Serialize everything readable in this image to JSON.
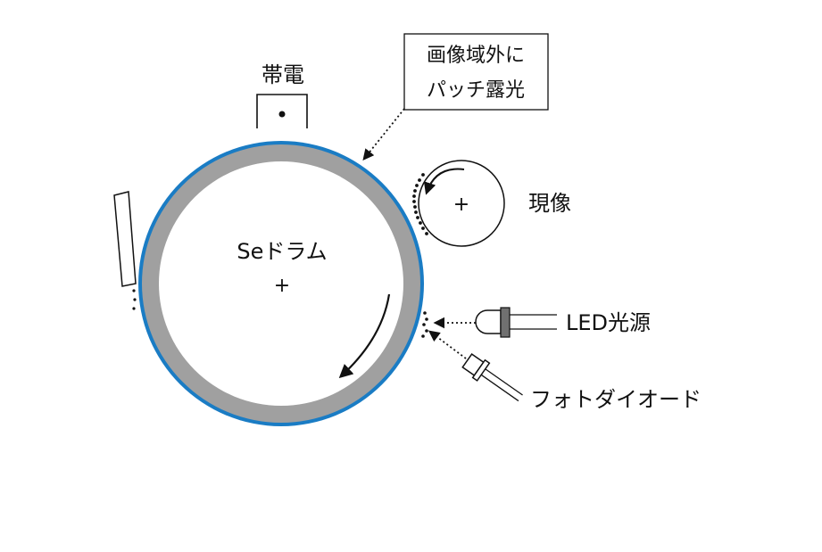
{
  "labels": {
    "charging": "帯電",
    "exposure_line1": "画像域外に",
    "exposure_line2": "パッチ露光",
    "drum": "Seドラム",
    "developing": "現像",
    "led": "LED光源",
    "photodiode": "フォトダイオード",
    "drum_center_mark": "+",
    "roller_center_mark": "+"
  },
  "colors": {
    "drum_surface": "#1a7cc4",
    "drum_body": "#a0a0a0",
    "line": "#111111",
    "background": "#ffffff"
  }
}
